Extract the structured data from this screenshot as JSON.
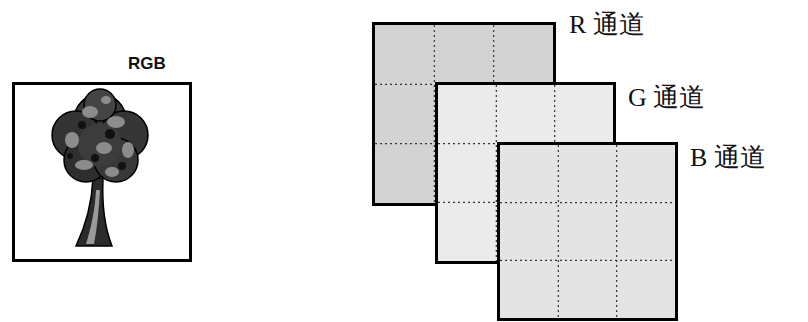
{
  "diagram": {
    "nodes": [
      {
        "text": [
          "RGB"
        ]
      },
      {
        "text": [
          "R 通道"
        ]
      },
      {
        "text": [
          "G 通道"
        ]
      },
      {
        "text": [
          "B 通道"
        ]
      }
    ]
  }
}
